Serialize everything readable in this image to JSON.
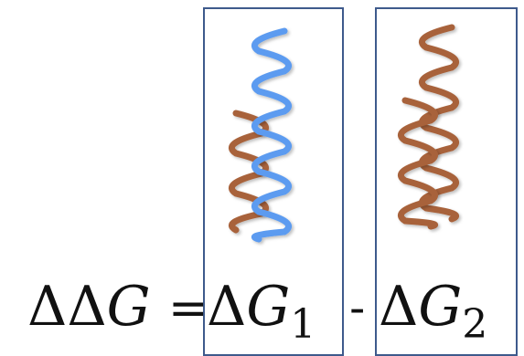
{
  "equation": {
    "lhs_delta": "ΔΔ",
    "lhs_var": "G",
    "equals": "=",
    "term1_delta": "Δ",
    "term1_var": "G",
    "term1_sub": "1",
    "minus": "-",
    "term2_delta": "Δ",
    "term2_var": "G",
    "term2_sub": "2"
  },
  "colors": {
    "strand_blue": "#5b9bf0",
    "strand_brown": "#a8623a",
    "box_border": "#3e5a8c"
  },
  "panels": [
    {
      "name": "duplex-mixed",
      "strands": [
        "blue",
        "brown"
      ]
    },
    {
      "name": "duplex-brown",
      "strands": [
        "brown",
        "brown"
      ]
    }
  ]
}
